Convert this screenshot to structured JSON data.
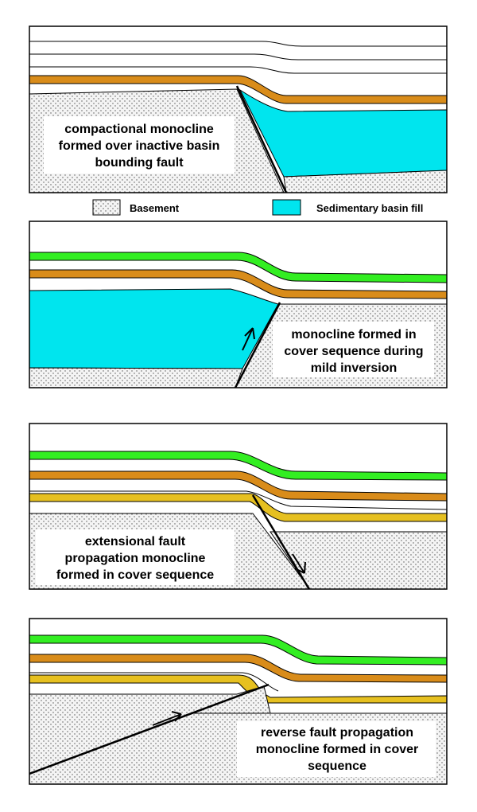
{
  "panels": [
    {
      "caption": [
        "compactional monocline",
        "formed over  inactive basin",
        "bounding fault"
      ]
    },
    {
      "caption": [
        "monocline formed in",
        "cover sequence during",
        "mild inversion"
      ]
    },
    {
      "caption": [
        "extensional fault",
        "propagation monocline",
        "formed in cover sequence"
      ]
    },
    {
      "caption": [
        "reverse fault propagation",
        "monocline formed in cover",
        "sequence"
      ]
    }
  ],
  "legend": [
    {
      "label": "Basement",
      "pattern": "stipple-icon"
    },
    {
      "label": "Sedimentary basin fill",
      "color": "#00e5ee"
    }
  ],
  "colors": {
    "basement_bg": "#f4f4f4",
    "basin_fill": "#00e5ee",
    "orange_layer": "#d98c1a",
    "yellow_layer": "#e6c020",
    "green_layer": "#33ee22",
    "line": "#000000"
  }
}
